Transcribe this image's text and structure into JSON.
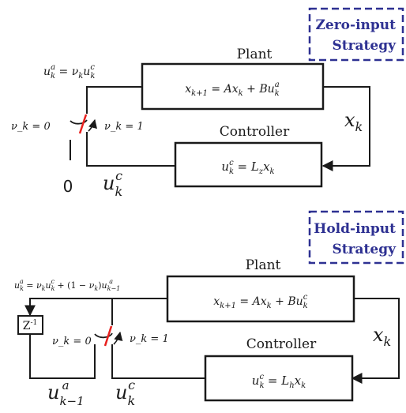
{
  "colors": {
    "ink": "#1a1a1a",
    "accent": "#2e3192",
    "switch": "#e8201e"
  },
  "zero_input": {
    "strategy_line1": "Zero-input",
    "strategy_line2": "Strategy",
    "plant_label": "Plant",
    "controller_label": "Controller",
    "input_eq": "u_k^a = ν_k u_k^c",
    "plant_eq": "x_{k+1} = A x_k + B u_k^a",
    "controller_eq": "u_k^c = L_z x_k",
    "state": "x_k",
    "control_signal": "u_k^c",
    "switch_off": "ν_k = 0",
    "switch_on": "ν_k = 1",
    "zero": "0"
  },
  "hold_input": {
    "strategy_line1": "Hold-input",
    "strategy_line2": "Strategy",
    "plant_label": "Plant",
    "controller_label": "Controller",
    "input_eq": "u_k^a = ν_k u_k^c + (1 − ν_k) u_{k−1}^a",
    "plant_eq": "x_{k+1} = A x_k + B u_k^c",
    "controller_eq": "u_k^c = L_h x_k",
    "state": "x_k",
    "control_signal": "u_k^c",
    "delayed_signal": "u_{k−1}^a",
    "delay_block": "Z-1",
    "switch_off": "ν_k = 0",
    "switch_on": "ν_k = 1"
  }
}
